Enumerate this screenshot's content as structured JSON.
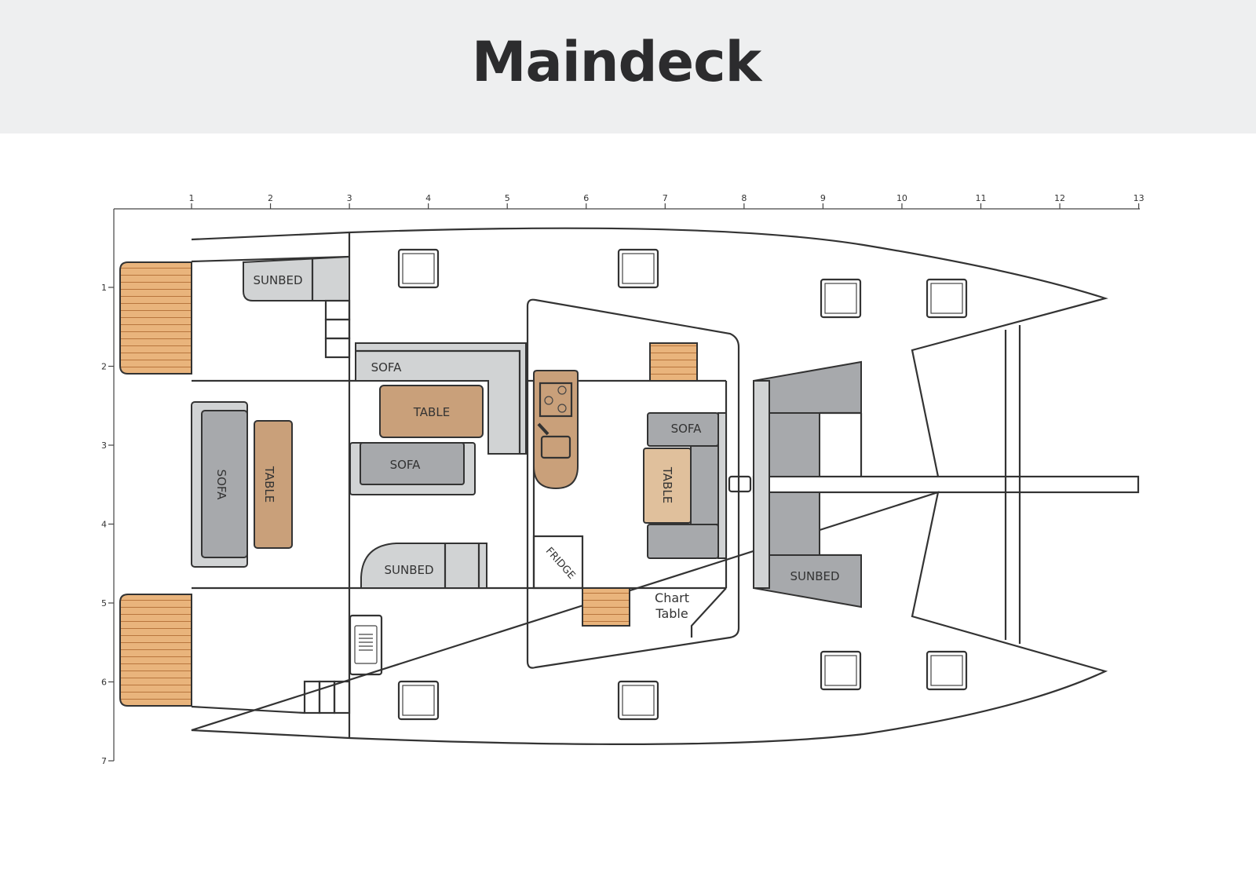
{
  "header": {
    "title": "Maindeck"
  },
  "ruler": {
    "x_ticks": [
      "1",
      "2",
      "3",
      "4",
      "5",
      "6",
      "7",
      "8",
      "9",
      "10",
      "11",
      "12",
      "13"
    ],
    "y_ticks": [
      "1",
      "2",
      "3",
      "4",
      "5",
      "6",
      "7"
    ]
  },
  "labels": {
    "sunbed_aft": "SUNBED",
    "sofa_l": "SOFA",
    "table_cockpit": "TABLE",
    "sofa_cockpit": "SOFA",
    "sofa_aft": "SOFA",
    "table_aft": "TABLE",
    "sunbed_cockpit": "SUNBED",
    "fridge": "FRIDGE",
    "sofa_saloon": "SOFA",
    "table_saloon": "TABLE",
    "chart_table_1": "Chart",
    "chart_table_2": "Table",
    "sunbed_fwd": "SUNBED"
  },
  "colors": {
    "header_bg": "#eeeff0",
    "light_grey": "#d1d3d4",
    "dark_grey": "#a7a9ac",
    "wood": "#c9a07a",
    "teak": "#e9b47c"
  }
}
